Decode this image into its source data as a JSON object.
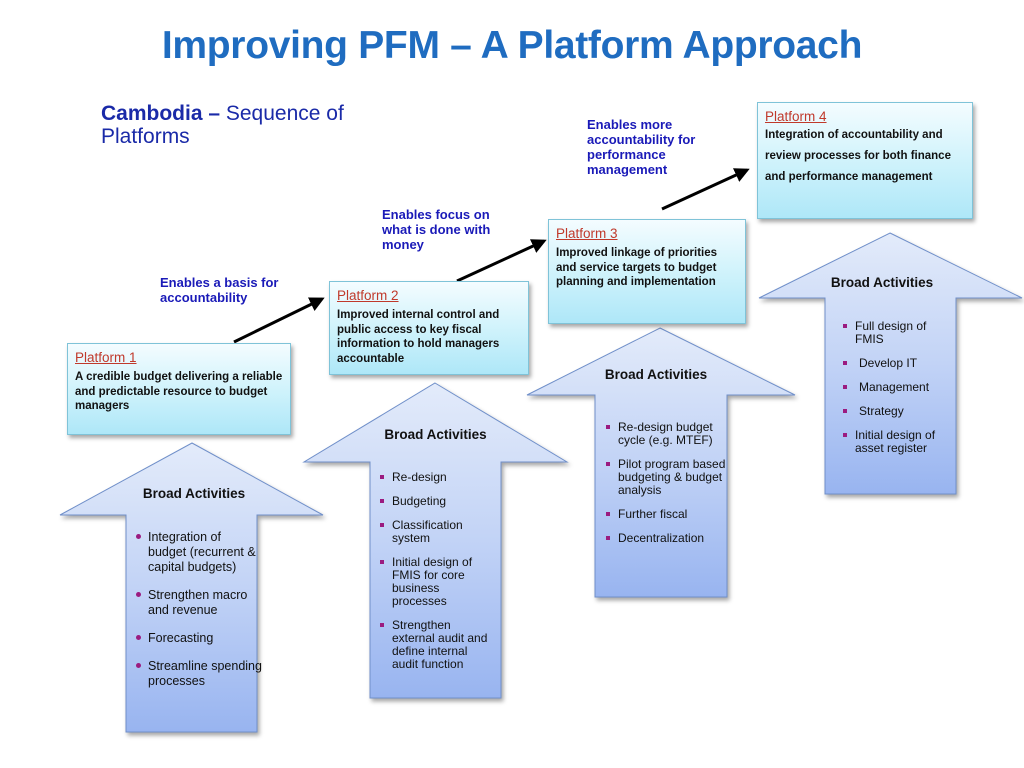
{
  "title": "Improving PFM – A Platform Approach",
  "subtitle": {
    "bold": "Cambodia –",
    "rest": " Sequence of Platforms"
  },
  "enablers": [
    "Enables a basis for accountability",
    "Enables focus on what is done with money",
    "Enables more accountability for performance management"
  ],
  "platforms": [
    {
      "title": "Platform 1",
      "description": "A credible budget delivering a reliable and predictable resource to budget managers"
    },
    {
      "title": "Platform 2",
      "description": "Improved internal control and public access to key fiscal information to hold managers accountable"
    },
    {
      "title": "Platform 3",
      "description": "Improved linkage of priorities and service targets to budget planning and implementation"
    },
    {
      "title": "Platform 4",
      "description": "Integration of accountability and review processes for both finance and performance management"
    }
  ],
  "activities": [
    {
      "header": "Broad Activities",
      "items": [
        "Integration of budget (recurrent & capital budgets)",
        "Strengthen macro and revenue",
        "Forecasting",
        "Streamline spending processes"
      ]
    },
    {
      "header": "Broad Activities",
      "items": [
        "Re-design",
        "Budgeting",
        "Classification system",
        "Initial design of FMIS for core business processes",
        "Strengthen external audit and define internal audit function"
      ]
    },
    {
      "header": "Broad Activities",
      "items": [
        "Re-design budget cycle  (e.g. MTEF)",
        "Pilot  program based budgeting & budget analysis",
        "Further fiscal",
        "Decentralization"
      ]
    },
    {
      "header": "Broad Activities",
      "items": [
        "Full design of FMIS",
        "Develop IT",
        "Management",
        "Strategy",
        "Initial design of asset  register"
      ]
    }
  ],
  "colors": {
    "title": "#1f6cc0",
    "platform_title": "#c0392b",
    "enabler_text": "#1a1ab8",
    "bullet": "#9b1b80"
  }
}
